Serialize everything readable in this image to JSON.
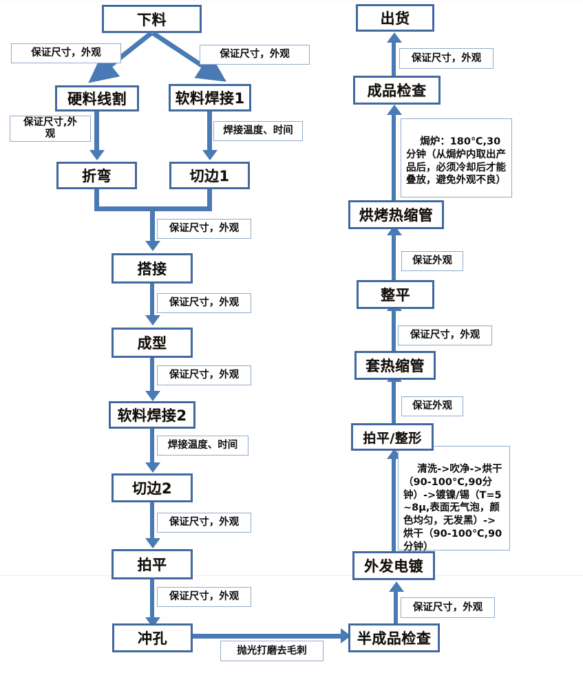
{
  "diagram": {
    "title_text": "",
    "colors": {
      "box_border": "#41689f",
      "connector": "#4a7ab4",
      "note_border": "#8fa9c9",
      "text": "#0d0d0d",
      "background": "#ffffff"
    }
  },
  "left_column": {
    "nodes": [
      {
        "id": "xialiao",
        "label": "下料"
      },
      {
        "id": "yingliao",
        "label": "硬料线割"
      },
      {
        "id": "ruanliao1",
        "label": "软料焊接1"
      },
      {
        "id": "zhewan",
        "label": "折弯"
      },
      {
        "id": "qiebian1",
        "label": "切边1"
      },
      {
        "id": "dajie",
        "label": "搭接"
      },
      {
        "id": "chengxing",
        "label": "成型"
      },
      {
        "id": "ruanliao2",
        "label": "软料焊接2"
      },
      {
        "id": "qiebian2",
        "label": "切边2"
      },
      {
        "id": "paiping",
        "label": "拍平"
      },
      {
        "id": "chongkong",
        "label": "冲孔"
      }
    ],
    "notes": [
      {
        "id": "n-l1",
        "text": "保证尺寸，外观"
      },
      {
        "id": "n-l2",
        "text": "保证尺寸，外观"
      },
      {
        "id": "n-l3",
        "text": "保证尺寸,外\n观"
      },
      {
        "id": "n-l4",
        "text": "焊接温度、时间"
      },
      {
        "id": "n-l5",
        "text": "保证尺寸，外观"
      },
      {
        "id": "n-l6",
        "text": "保证尺寸，外观"
      },
      {
        "id": "n-l7",
        "text": "保证尺寸，外观"
      },
      {
        "id": "n-l8",
        "text": "焊接温度、时间"
      },
      {
        "id": "n-l9",
        "text": "保证尺寸，外观"
      },
      {
        "id": "n-l10",
        "text": "保证尺寸，外观"
      }
    ]
  },
  "bridge": {
    "note": "抛光打磨去毛刺"
  },
  "right_column": {
    "nodes": [
      {
        "id": "banchengpin",
        "label": "半成品检查"
      },
      {
        "id": "waifadiandu",
        "label": "外发电镀"
      },
      {
        "id": "paiping2",
        "label": "拍平/整形"
      },
      {
        "id": "taoresuo",
        "label": "套热缩管"
      },
      {
        "id": "zhengping",
        "label": "整平"
      },
      {
        "id": "hongkao",
        "label": "烘烤热缩管"
      },
      {
        "id": "chengpin",
        "label": "成品检查"
      },
      {
        "id": "chuhuo",
        "label": "出货"
      }
    ],
    "notes": [
      {
        "id": "n-r1",
        "text": "保证尺寸，外观"
      },
      {
        "id": "n-r2",
        "text": "保证外观"
      },
      {
        "id": "n-r3",
        "text": "保证尺寸，外观"
      },
      {
        "id": "n-r4",
        "text": "保证外观"
      },
      {
        "id": "n-r5",
        "text": "保证尺寸，外观"
      }
    ],
    "details": [
      {
        "id": "detail-plating",
        "text": "清洗->吹净->烘干（90-100°C,90分钟）->镀镍/锡（T=5~8μ,表面无气泡，颜色均匀，无发黑）->烘干（90-100℃,90分钟）"
      },
      {
        "id": "detail-bake",
        "text": "焗炉：180℃,30分钟（从焗炉内取出产品后，必须冷却后才能叠放，避免外观不良）"
      }
    ]
  }
}
